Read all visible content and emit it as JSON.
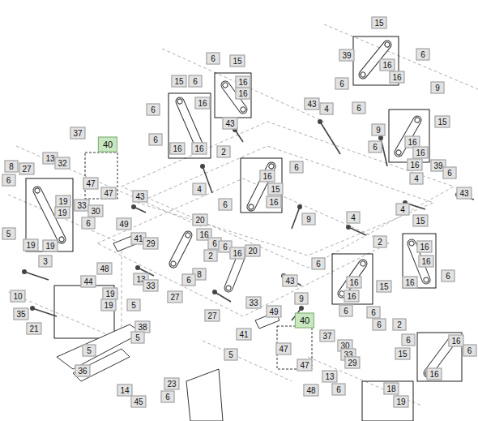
{
  "diagram": {
    "labels": [
      "15",
      "39",
      "6",
      "16",
      "16",
      "6",
      "9",
      "43",
      "4",
      "6",
      "15",
      "9",
      "16",
      "16",
      "6",
      "16",
      "39",
      "6",
      "4",
      "43",
      "6",
      "15",
      "15",
      "6",
      "16",
      "16",
      "6",
      "16",
      "43",
      "6",
      "16",
      "16",
      "2",
      "37",
      "40",
      "13",
      "32",
      "8",
      "27",
      "6",
      "47",
      "47",
      "43",
      "4",
      "6",
      "16",
      "15",
      "16",
      "6",
      "9",
      "19",
      "19",
      "33",
      "30",
      "6",
      "49",
      "5",
      "41",
      "29",
      "20",
      "16",
      "6",
      "6",
      "20",
      "16",
      "2",
      "19",
      "19",
      "3",
      "48",
      "44",
      "13",
      "33",
      "8",
      "6",
      "27",
      "10",
      "19",
      "19",
      "35",
      "5",
      "21",
      "38",
      "5",
      "5",
      "36",
      "14",
      "45",
      "23",
      "6",
      "4",
      "15",
      "4",
      "2",
      "6",
      "16",
      "16",
      "16",
      "6",
      "15",
      "16",
      "16",
      "43",
      "9",
      "6",
      "49",
      "33",
      "6",
      "27",
      "6",
      "2",
      "41",
      "40",
      "37",
      "30",
      "33",
      "29",
      "6",
      "47",
      "47",
      "15",
      "16",
      "16",
      "6",
      "13",
      "48",
      "18",
      "19",
      "5",
      "6"
    ]
  }
}
